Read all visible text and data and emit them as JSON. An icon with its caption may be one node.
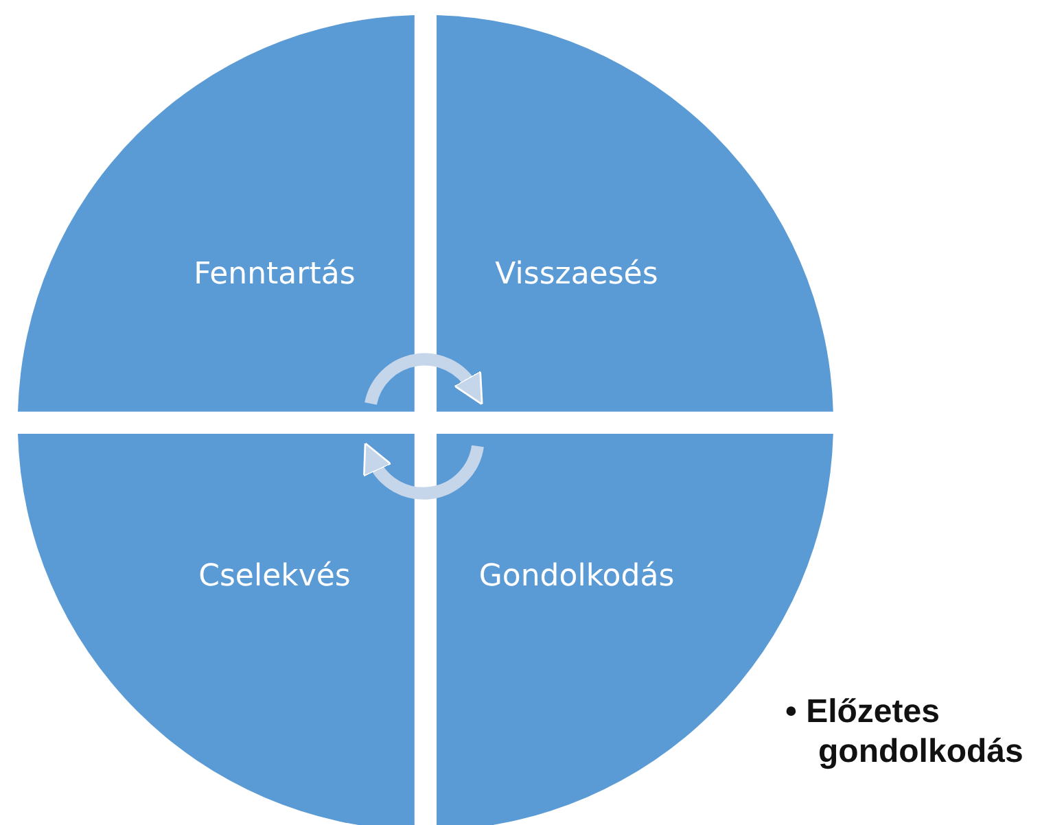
{
  "diagram": {
    "nodes": [
      {
        "text": [
          "Fenntartás"
        ]
      },
      {
        "text": [
          "Visszaesés"
        ]
      },
      {
        "text": [
          "Cselekvés"
        ]
      },
      {
        "text": [
          "Gondolkodás"
        ]
      }
    ],
    "edges": [
      {
        "from": 0,
        "to": 1,
        "arrow": "to"
      },
      {
        "from": 3,
        "to": 2,
        "arrow": "to"
      }
    ],
    "labels": [
      "• Előzetes gondolkodás"
    ]
  }
}
